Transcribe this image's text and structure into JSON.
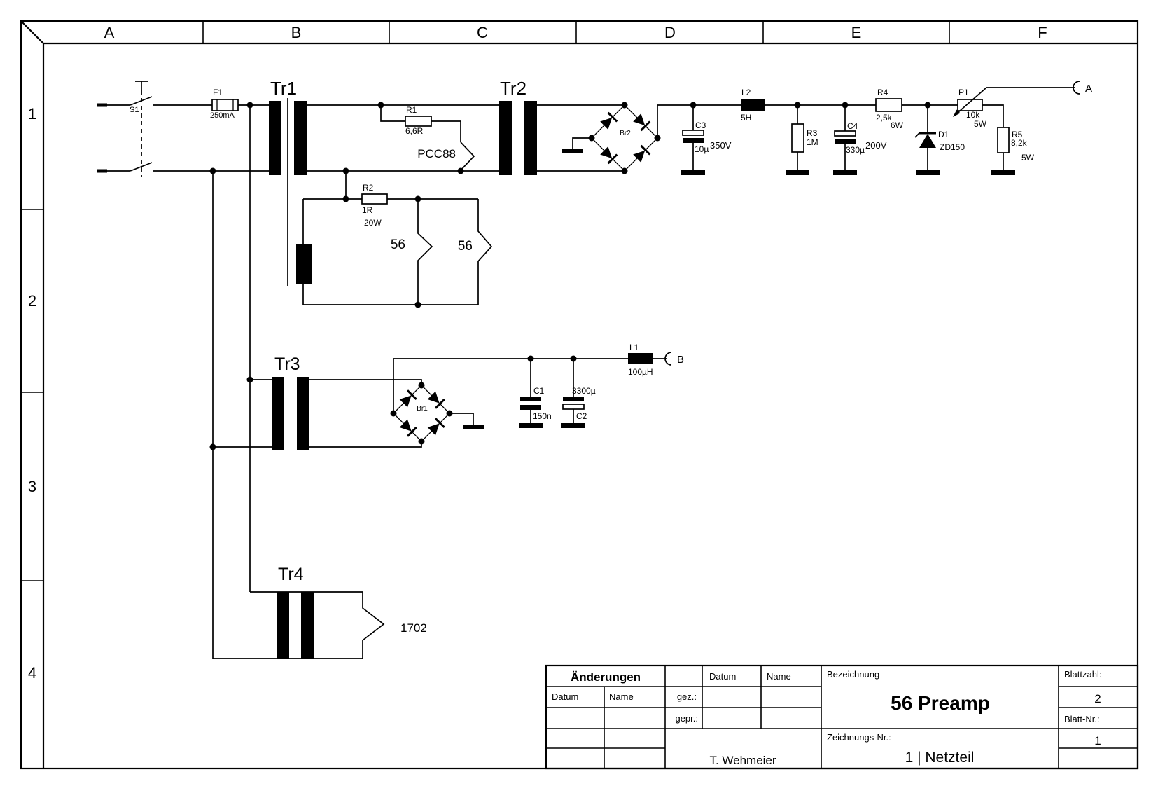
{
  "frame": {
    "columns": [
      "A",
      "B",
      "C",
      "D",
      "E",
      "F"
    ],
    "rows": [
      "1",
      "2",
      "3",
      "4"
    ]
  },
  "schematic": {
    "switch": {
      "ref": "S1"
    },
    "fuse": {
      "ref": "F1",
      "value": "250mA"
    },
    "tr1": {
      "ref": "Tr1"
    },
    "tr2": {
      "ref": "Tr2"
    },
    "tr3": {
      "ref": "Tr3"
    },
    "tr4": {
      "ref": "Tr4"
    },
    "r1": {
      "ref": "R1",
      "value": "6,6R"
    },
    "heater_load": {
      "label": "PCC88"
    },
    "r2": {
      "ref": "R2",
      "value": "1R",
      "power": "20W"
    },
    "tube_load_1": {
      "label": "56"
    },
    "tube_load_2": {
      "label": "56"
    },
    "br2": {
      "ref": "Br2"
    },
    "br1": {
      "ref": "Br1"
    },
    "c3": {
      "ref": "C3",
      "value": "10µ",
      "voltage": "350V"
    },
    "l2": {
      "ref": "L2",
      "value": "5H"
    },
    "r3": {
      "ref": "R3",
      "value": "1M"
    },
    "c4": {
      "ref": "C4",
      "value": "330µ",
      "voltage": "200V"
    },
    "r4": {
      "ref": "R4",
      "value": "2,5k",
      "power": "6W"
    },
    "d1": {
      "ref": "D1",
      "value": "ZD150"
    },
    "p1": {
      "ref": "P1",
      "value": "10k",
      "power": "5W"
    },
    "r5": {
      "ref": "R5",
      "value": "8,2k",
      "power": "5W"
    },
    "c1": {
      "ref": "C1",
      "value": "150n"
    },
    "c2": {
      "ref": "C2",
      "value": "3300µ"
    },
    "l1": {
      "ref": "L1",
      "value": "100µH"
    },
    "rect_load": {
      "label": "1702"
    },
    "terminal_a": {
      "label": "A"
    },
    "terminal_b": {
      "label": "B"
    }
  },
  "title_block": {
    "changes_header": "Änderungen",
    "date_label": "Datum",
    "name_label": "Name",
    "date_label_2": "Datum",
    "name_label_2": "Name",
    "drawn_label": "gez.:",
    "checked_label": "gepr.:",
    "designation_label": "Bezeichnung",
    "designation": "56 Preamp",
    "sheet_count_label": "Blattzahl:",
    "sheet_count": "2",
    "sheet_no_label": "Blatt-Nr.:",
    "sheet_no": "1",
    "drawing_no_label": "Zeichnungs-Nr.:",
    "drawing_no": "1 | Netzteil",
    "author": "T. Wehmeier"
  }
}
